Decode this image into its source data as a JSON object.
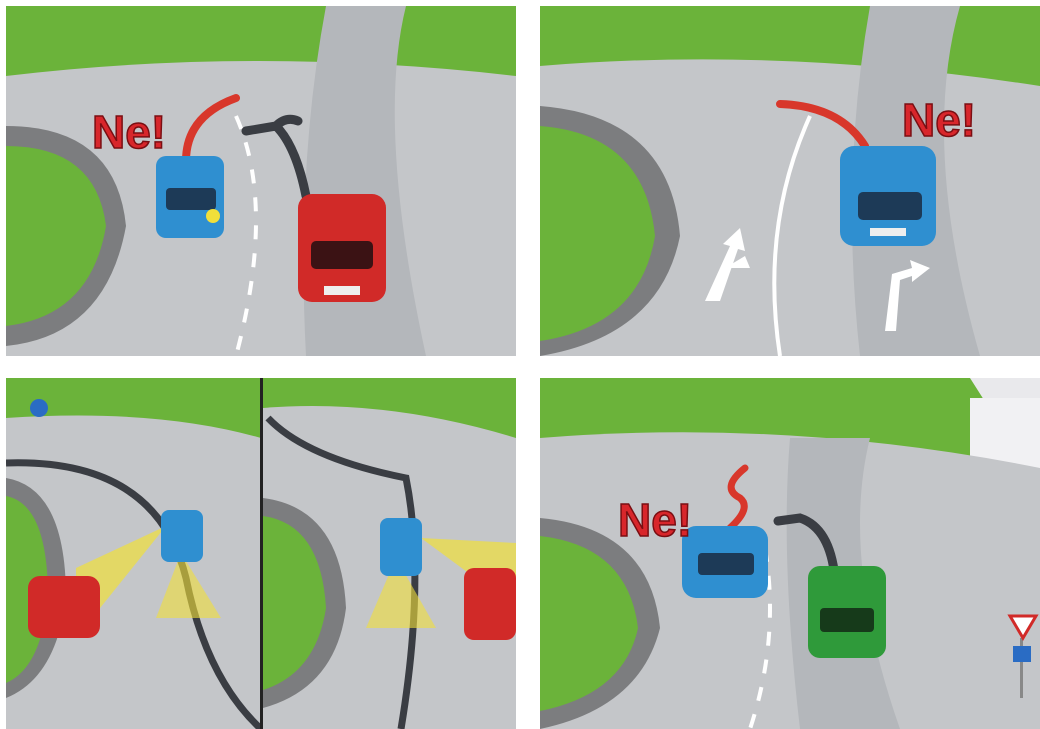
{
  "panels": [
    {
      "id": "panel-top-left",
      "warning_text": "Ne!",
      "car_colors": [
        "blue",
        "red"
      ]
    },
    {
      "id": "panel-top-right",
      "warning_text": "Ne!",
      "car_colors": [
        "blue"
      ]
    },
    {
      "id": "panel-bottom-left",
      "warning_text": "",
      "car_colors": [
        "blue",
        "red",
        "blue",
        "red"
      ]
    },
    {
      "id": "panel-bottom-right",
      "warning_text": "Ne!",
      "car_colors": [
        "blue",
        "green"
      ]
    }
  ],
  "colors": {
    "grass": "#6bb33a",
    "road": "#b9bcc0",
    "curb": "#8e8f90",
    "car_blue": "#2f8fd0",
    "car_red": "#d12a28",
    "car_green": "#2f9a3a",
    "path_red": "#d8372b",
    "path_dark": "#3a3d43",
    "vision_yellow": "#f1df3a"
  }
}
